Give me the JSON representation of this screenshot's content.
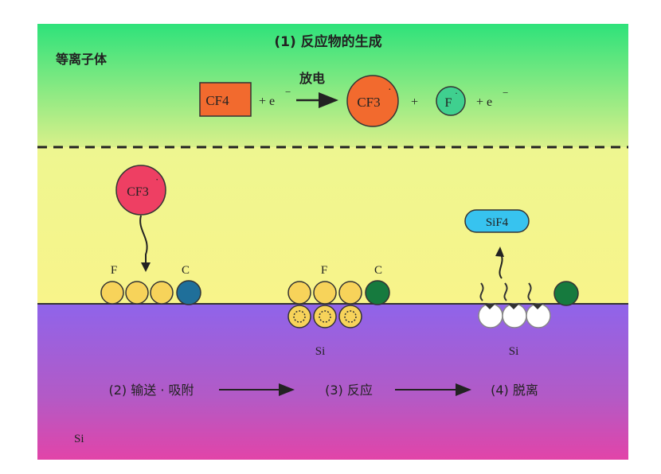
{
  "title": "(1) 反应物的生成",
  "plasma_label": "等离子体",
  "substrate_label": "Si",
  "reaction": {
    "reactant": "CF4",
    "electron_plus": "+ e",
    "electron_minus": "−",
    "condition": "放电",
    "product_radical": "CF3",
    "plus": "+",
    "fluorine": "F",
    "dot": "·",
    "tail_plus_e": "+ e",
    "tail_minus": "−"
  },
  "stage2": {
    "radical": "CF3",
    "f_label": "F",
    "c_label": "C"
  },
  "stage3": {
    "f_label": "F",
    "c_label": "C",
    "si_label": "Si"
  },
  "stage4": {
    "product": "SiF4",
    "si_label": "Si"
  },
  "steps": [
    "(2) 输送 · 吸附",
    "(3) 反应",
    "(4) 脱离"
  ],
  "colors": {
    "reactant_box": "#f26a2e",
    "radical_orange": "#f26a2e",
    "fluorine_green": "#3fd08f",
    "radical_red": "#ee3f63",
    "f_atom": "#f7d35a",
    "c_atom_blue": "#1f6f9a",
    "c_atom_green": "#167a3e",
    "sif4": "#37c3ef"
  }
}
